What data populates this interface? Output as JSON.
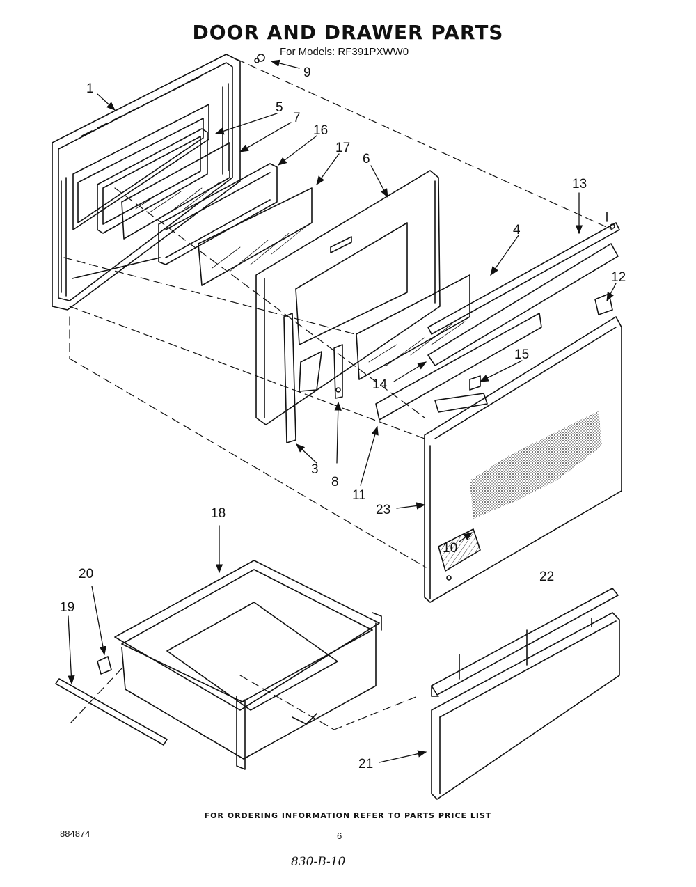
{
  "header": {
    "title": "DOOR AND DRAWER PARTS",
    "subtitle": "For Models: RF391PXWW0"
  },
  "footer": {
    "note": "FOR ORDERING INFORMATION REFER TO PARTS PRICE LIST",
    "doc_number": "884874",
    "page_number": "6",
    "handwritten": "830-B-10"
  },
  "callouts": [
    {
      "id": "c1",
      "label": "1"
    },
    {
      "id": "c3",
      "label": "3"
    },
    {
      "id": "c4",
      "label": "4"
    },
    {
      "id": "c5",
      "label": "5"
    },
    {
      "id": "c6",
      "label": "6"
    },
    {
      "id": "c7",
      "label": "7"
    },
    {
      "id": "c8",
      "label": "8"
    },
    {
      "id": "c9",
      "label": "9"
    },
    {
      "id": "c10",
      "label": "10"
    },
    {
      "id": "c11",
      "label": "11"
    },
    {
      "id": "c12",
      "label": "12"
    },
    {
      "id": "c13",
      "label": "13"
    },
    {
      "id": "c14",
      "label": "14"
    },
    {
      "id": "c15",
      "label": "15"
    },
    {
      "id": "c16",
      "label": "16"
    },
    {
      "id": "c17",
      "label": "17"
    },
    {
      "id": "c18",
      "label": "18"
    },
    {
      "id": "c19",
      "label": "19"
    },
    {
      "id": "c20",
      "label": "20"
    },
    {
      "id": "c21",
      "label": "21"
    },
    {
      "id": "c22",
      "label": "22"
    },
    {
      "id": "c23",
      "label": "23"
    }
  ]
}
